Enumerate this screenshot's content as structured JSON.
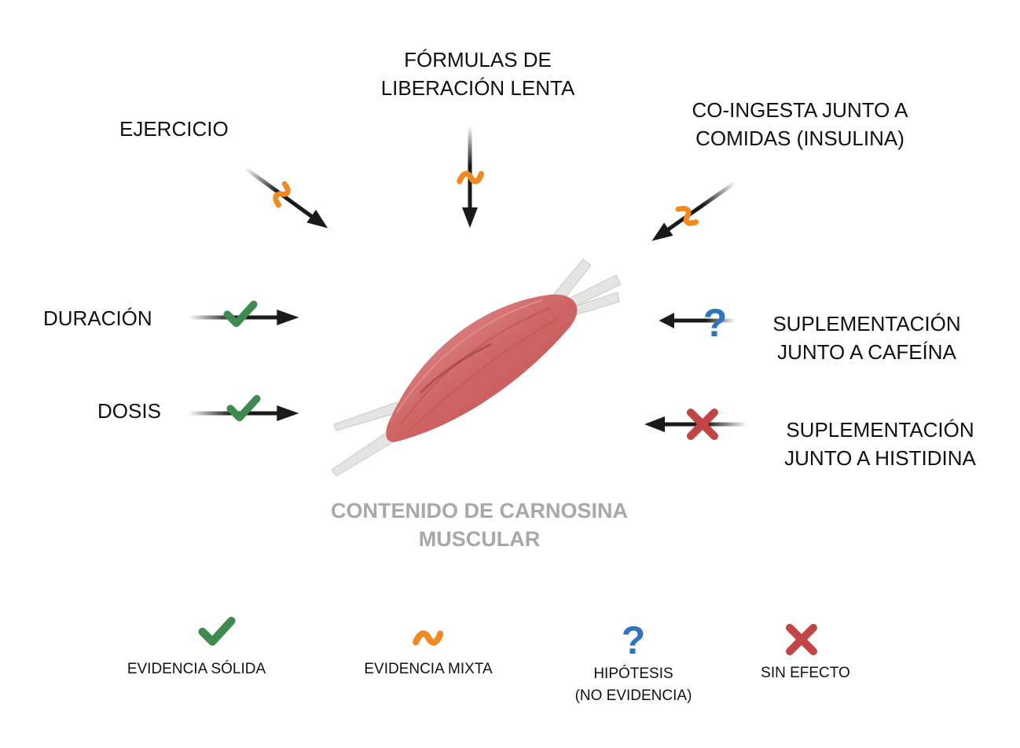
{
  "factors": {
    "ejercicio": {
      "label": [
        "EJERCICIO"
      ],
      "evidence": "mixta"
    },
    "formulas": {
      "label": [
        "FÓRMULAS DE",
        "LIBERACIÓN LENTA"
      ],
      "evidence": "mixta"
    },
    "coingesta": {
      "label": [
        "CO-INGESTA JUNTO A",
        "COMIDAS (INSULINA)"
      ],
      "evidence": "mixta"
    },
    "duracion": {
      "label": [
        "DURACIÓN"
      ],
      "evidence": "solida"
    },
    "dosis": {
      "label": [
        "DOSIS"
      ],
      "evidence": "solida"
    },
    "cafeina": {
      "label": [
        "SUPLEMENTACIÓN",
        "JUNTO A CAFEÍNA"
      ],
      "evidence": "hipotesis"
    },
    "histidina": {
      "label": [
        "SUPLEMENTACIÓN",
        "JUNTO A HISTIDINA"
      ],
      "evidence": "sin_efecto"
    }
  },
  "center": {
    "label": [
      "CONTENIDO DE CARNOSINA",
      "MUSCULAR"
    ]
  },
  "legend": [
    {
      "key": "solida",
      "label": [
        "EVIDENCIA SÓLIDA"
      ],
      "icon": "check-icon",
      "color": "#3e8b4f"
    },
    {
      "key": "mixta",
      "label": [
        "EVIDENCIA MIXTA"
      ],
      "icon": "tilde-icon",
      "color": "#f0891f"
    },
    {
      "key": "hipotesis",
      "label": [
        "HIPÓTESIS",
        "(NO EVIDENCIA)"
      ],
      "icon": "question-icon",
      "color": "#2e74c0"
    },
    {
      "key": "sin_efecto",
      "label": [
        "SIN EFECTO"
      ],
      "icon": "cross-icon",
      "color": "#c24444"
    }
  ],
  "colors": {
    "arrow": "#1a1a1a",
    "muscle": "#d26a6a",
    "tendon": "#e6e6e4",
    "center_text": "#a8a8a8"
  }
}
